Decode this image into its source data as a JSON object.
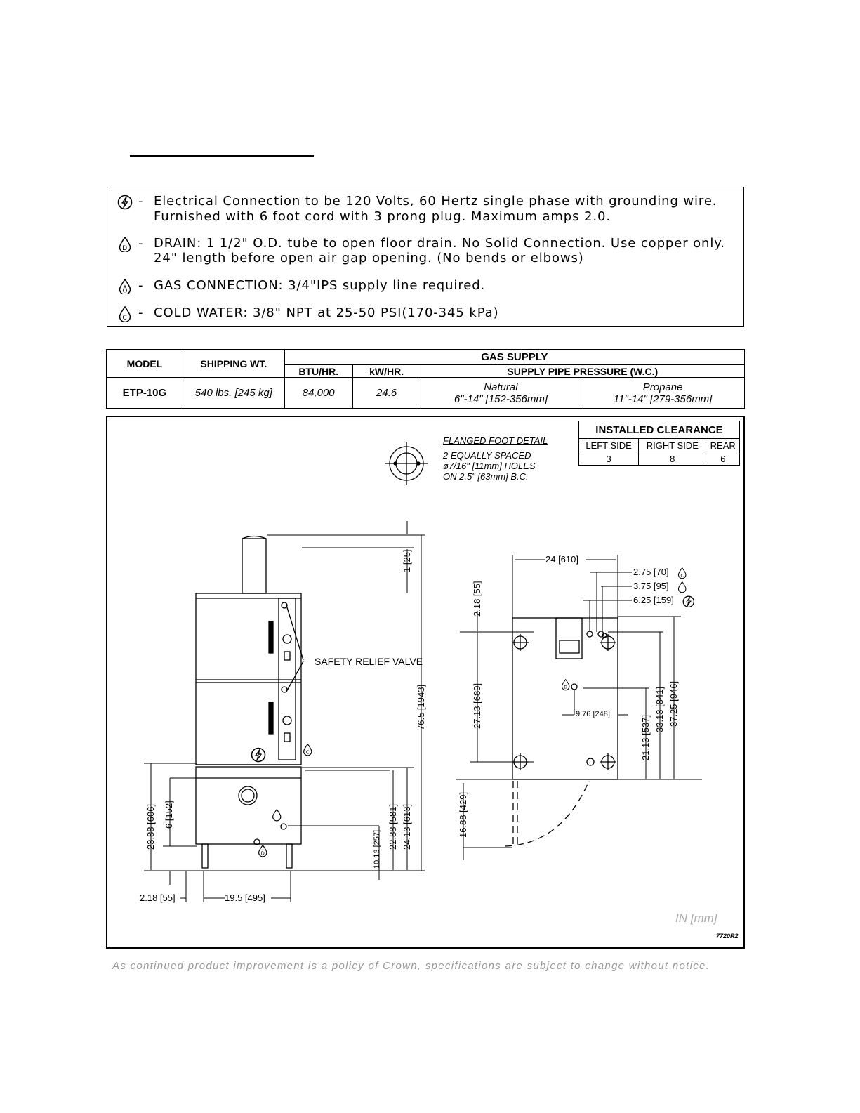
{
  "notes": [
    {
      "icon": "electric-icon",
      "line1": "Electrical Connection to be 120 Volts, 60 Hertz single phase with grounding wire.",
      "line2": "Furnished with 6 foot cord with 3 prong plug. Maximum amps 2.0."
    },
    {
      "icon": "drain-icon",
      "line1": "DRAIN: 1 1/2\" O.D. tube to open floor drain. No Solid Connection. Use copper only.",
      "line2": "24\" length before open air gap opening. (No bends or elbows)"
    },
    {
      "icon": "gas-icon",
      "line1": "GAS CONNECTION: 3/4\"IPS supply line required.",
      "line2": ""
    },
    {
      "icon": "cold-water-icon",
      "line1": "COLD WATER: 3/8\" NPT at 25-50 PSI(170-345 kPa)",
      "line2": ""
    }
  ],
  "note_dash": "-",
  "spec": {
    "h_model": "MODEL",
    "h_ship": "SHIPPING WT.",
    "h_gas": "GAS SUPPLY",
    "h_btu": "BTU/HR.",
    "h_kw": "kW/HR.",
    "h_pressure": "SUPPLY PIPE PRESSURE (W.C.)",
    "model": "ETP-10G",
    "ship": "540 lbs. [245 kg]",
    "btu": "84,000",
    "kw": "24.6",
    "natural_label": "Natural",
    "natural_value": "6\"-14\" [152-356mm]",
    "propane_label": "Propane",
    "propane_value": "11\"-14\" [279-356mm]"
  },
  "clearance": {
    "title": "INSTALLED CLEARANCE",
    "left_label": "LEFT SIDE",
    "right_label": "RIGHT SIDE",
    "rear_label": "REAR",
    "left": "3",
    "right": "8",
    "rear": "6"
  },
  "foot": {
    "title": "FLANGED FOOT DETAIL",
    "l1": "2 EQUALLY SPACED",
    "l2": "ø7/16\" [11mm] HOLES",
    "l3": "ON 2.5\" [63mm] B.C."
  },
  "labels": {
    "safety_valve": "SAFETY RELIEF VALVE",
    "d_1_25": "1 [25]",
    "d_76_5": "76.5 [1943]",
    "d_23_88": "23.88 [606]",
    "d_6_152": "6 [152]",
    "d_10_13": "10.13 [257]",
    "d_22_88": "22.88 [581]",
    "d_24_13": "24.13 [613]",
    "d_2_18_bottom": "2.18 [55]",
    "d_19_5": "19.5 [495]",
    "d_24_610": "24 [610]",
    "d_2_75": "2.75 [70]",
    "d_3_75": "3.75 [95]",
    "d_6_25": "6.25 [159]",
    "d_2_18_top": "2.18 [55]",
    "d_27_13": "27.13 [689]",
    "d_16_88": "16.88 [429]",
    "d_9_76": "9.76 [248]",
    "d_21_13": "21.13 [537]",
    "d_33_13": "33.13 [841]",
    "d_37_25": "37.25 [946]",
    "units": "IN [mm]",
    "drawing_no": "7720R2"
  },
  "footer": "As continued product improvement is a policy of Crown, specifications are subject to change without notice."
}
